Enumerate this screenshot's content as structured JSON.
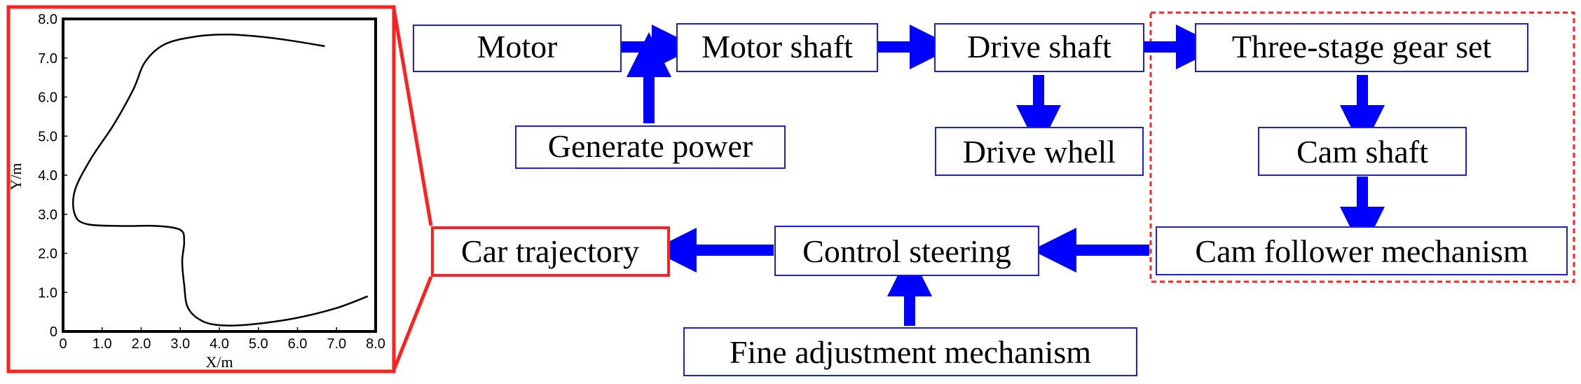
{
  "colors": {
    "node_border": "#1a1aff",
    "arrow": "#0000ff",
    "highlight": "#ff2020",
    "trajectory": "#000000"
  },
  "nodes": {
    "motor": "Motor",
    "motor_shaft": "Motor shaft",
    "drive_shaft": "Drive shaft",
    "gear_set": "Three-stage gear set",
    "generate_power": "Generate power",
    "drive_wheel": "Drive whell",
    "cam_shaft": "Cam shaft",
    "car_trajectory": "Car trajectory",
    "control_steering": "Control steering",
    "cam_follower": "Cam follower mechanism",
    "fine_adjustment": "Fine adjustment mechanism"
  },
  "chart_data": {
    "type": "line",
    "xlabel": "X/m",
    "ylabel": "Y/m",
    "xlim": [
      0,
      8
    ],
    "ylim": [
      0,
      8
    ],
    "x_ticks": [
      "0",
      "1.0",
      "2.0",
      "3.0",
      "4.0",
      "5.0",
      "6.0",
      "7.0",
      "8.0"
    ],
    "y_ticks": [
      "0",
      "1.0",
      "2.0",
      "3.0",
      "4.0",
      "5.0",
      "6.0",
      "7.0",
      "8.0"
    ],
    "trajectory": [
      [
        7.8,
        0.9
      ],
      [
        7.0,
        0.6
      ],
      [
        6.0,
        0.35
      ],
      [
        5.0,
        0.2
      ],
      [
        4.2,
        0.15
      ],
      [
        3.6,
        0.25
      ],
      [
        3.2,
        0.6
      ],
      [
        3.1,
        1.2
      ],
      [
        3.05,
        1.8
      ],
      [
        3.1,
        2.3
      ],
      [
        3.0,
        2.6
      ],
      [
        2.4,
        2.7
      ],
      [
        1.5,
        2.7
      ],
      [
        0.6,
        2.75
      ],
      [
        0.3,
        3.0
      ],
      [
        0.3,
        3.6
      ],
      [
        0.7,
        4.4
      ],
      [
        1.3,
        5.3
      ],
      [
        1.8,
        6.2
      ],
      [
        2.1,
        6.9
      ],
      [
        2.6,
        7.35
      ],
      [
        3.4,
        7.55
      ],
      [
        4.2,
        7.6
      ],
      [
        5.0,
        7.55
      ],
      [
        5.8,
        7.45
      ],
      [
        6.7,
        7.3
      ]
    ]
  }
}
